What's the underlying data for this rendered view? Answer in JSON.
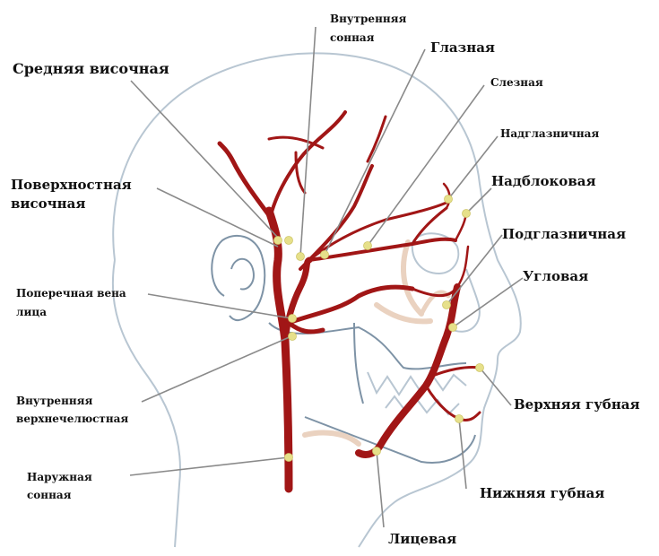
{
  "labels": {
    "internal_carotid": [
      "Внутренняя",
      "сонная"
    ],
    "ophthalmic": "Глазная",
    "middle_temporal": "Средняя височная",
    "lacrimal": "Слезная",
    "supraorbital": "Надглазничная",
    "superficial_temporal": [
      "Поверхностная",
      "височная"
    ],
    "supratrochlear": "Надблоковая",
    "infraorbital": "Подглазничная",
    "angular": "Угловая",
    "transverse_facial": [
      "Поперечная вена",
      "лица"
    ],
    "internal_maxillary": [
      "Внутренняя",
      "верхнечелюстная"
    ],
    "superior_labial": "Верхняя губная",
    "external_carotid": [
      "Наружная",
      "сонная"
    ],
    "inferior_labial": "Нижняя губная",
    "facial": "Лицевая"
  },
  "colors": {
    "artery": "#a11616",
    "vein": "#ead2c0",
    "outline": "#b8c6d2",
    "dot": "#e6e08a",
    "leader": "#8a8a8a"
  }
}
